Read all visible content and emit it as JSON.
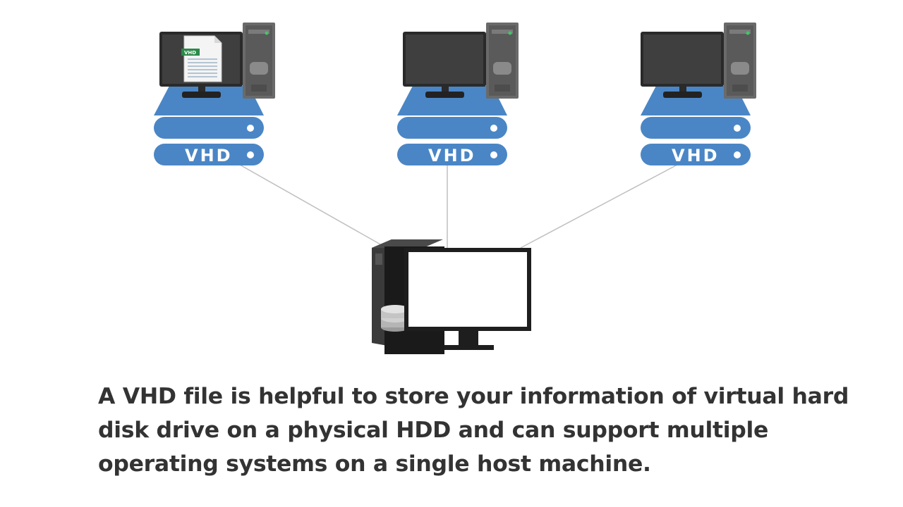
{
  "diagram": {
    "guests": [
      {
        "disk_label": "VHD",
        "has_file_icon": true,
        "file_tag": "VHD"
      },
      {
        "disk_label": "VHD",
        "has_file_icon": false
      },
      {
        "disk_label": "VHD",
        "has_file_icon": false
      }
    ],
    "colors": {
      "disk_blue": "#4a86c5",
      "monitor_dark": "#3d3d3d",
      "tower_grey": "#6a6a6a",
      "host_tower": "#1c1c1c",
      "connector_line": "#bfbfbf",
      "caption_text": "#333333"
    }
  },
  "caption": {
    "lines": [
      "A VHD file is helpful to store your information of virtual hard",
      "disk drive on a physical HDD and can support multiple",
      "operating systems on a single host machine."
    ]
  }
}
